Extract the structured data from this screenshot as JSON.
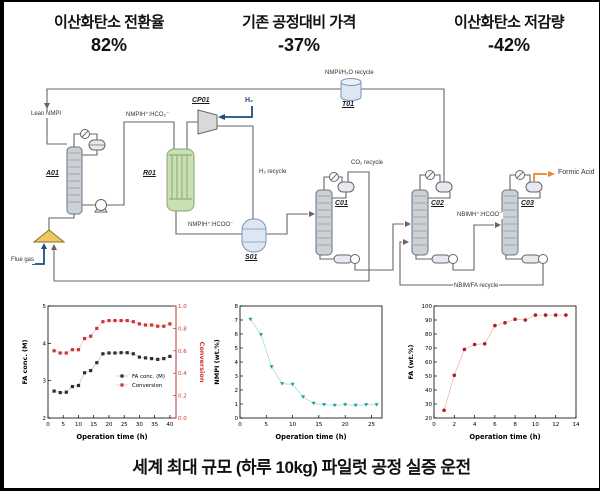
{
  "header": {
    "metrics": [
      {
        "label": "이산화탄소 전환율",
        "value": "82%"
      },
      {
        "label": "기존 공정대비 가격",
        "value": "-37%"
      },
      {
        "label": "이산화탄소 저감량",
        "value": "-42%"
      }
    ]
  },
  "diagram": {
    "units": [
      {
        "id": "A01"
      },
      {
        "id": "R01"
      },
      {
        "id": "S01"
      },
      {
        "id": "CP01"
      },
      {
        "id": "T01"
      },
      {
        "id": "C01"
      },
      {
        "id": "C02"
      },
      {
        "id": "C03"
      }
    ],
    "streams": {
      "lean_nmpi": "Lean NMPI",
      "flue_gas": "Flue gas",
      "nmpih_hco3": "NMPIH⁺:HCO₃⁻",
      "h2": "H₂",
      "h2_recycle": "H₂ recycle",
      "nmpi_h2o_recycle": "NMPI/H₂O recycle",
      "nmpih_hcoo": "NMPIH⁺:HCOO⁻",
      "co2_recycle": "CO₂ recycle",
      "nbimh_hcoo": "NBIMH⁺:HCOO⁻",
      "nbim_fa_recycle": "NBIM/FA recycle",
      "formic_acid": "Formic Acid"
    },
    "colors": {
      "line": "#666666",
      "column_fill": "#ccd1d6",
      "reactor_fill": "#c8e0b4",
      "vessel_fill": "#dde6f3",
      "mixer_fill": "#ecc95f",
      "gas_arrow": "#1f4e79",
      "product_arrow": "#e8872e"
    }
  },
  "chart_data": [
    {
      "type": "scatter-line",
      "xlabel": "Operation time (h)",
      "ylabel": "FA conc. (M)",
      "xlim": [
        0,
        42
      ],
      "xticks": [
        0,
        5,
        10,
        15,
        20,
        25,
        30,
        35,
        40
      ],
      "ylim": [
        2,
        5
      ],
      "yticks": [
        2,
        3,
        4,
        5
      ],
      "y2": {
        "label": "Conversion",
        "lim": [
          0,
          1
        ],
        "ticks": [
          "0.0",
          "0.2",
          "0.4",
          "0.6",
          "0.8",
          "1.0"
        ],
        "color": "#cf3333"
      },
      "legend": true,
      "x": [
        2,
        4,
        6,
        8,
        10,
        12,
        14,
        16,
        18,
        20,
        22,
        24,
        26,
        28,
        30,
        32,
        34,
        36,
        38,
        40
      ],
      "series": [
        {
          "name": "FA conc. (M)",
          "axis": "left",
          "marker": "square",
          "color": "#2f2f2f",
          "line_color": "#c4c4c4",
          "values": [
            2.72,
            2.68,
            2.69,
            2.84,
            2.87,
            3.21,
            3.27,
            3.48,
            3.72,
            3.74,
            3.74,
            3.75,
            3.75,
            3.72,
            3.63,
            3.61,
            3.59,
            3.57,
            3.59,
            3.65
          ]
        },
        {
          "name": "Conversion",
          "axis": "right",
          "marker": "square",
          "color": "#cf3333",
          "line_color": "#efc0c0",
          "values": [
            0.6,
            0.58,
            0.58,
            0.61,
            0.61,
            0.71,
            0.73,
            0.8,
            0.86,
            0.87,
            0.87,
            0.87,
            0.87,
            0.86,
            0.84,
            0.83,
            0.83,
            0.82,
            0.82,
            0.84
          ]
        }
      ]
    },
    {
      "type": "scatter-line",
      "xlabel": "Operation time (h)",
      "ylabel": "NMPI (wt.%)",
      "xlim": [
        0,
        27
      ],
      "xticks": [
        0,
        5,
        10,
        15,
        20,
        25
      ],
      "ylim": [
        0,
        8
      ],
      "yticks": [
        0,
        1,
        2,
        3,
        4,
        5,
        6,
        7,
        8
      ],
      "legend": false,
      "x": [
        2,
        4,
        6,
        8,
        10,
        12,
        14,
        16,
        18,
        20,
        22,
        24,
        26
      ],
      "series": [
        {
          "name": "NMPI (wt.%)",
          "axis": "left",
          "marker": "triangle-down",
          "color": "#17a2a0",
          "line_color": "#a8dcda",
          "values": [
            7.05,
            5.95,
            3.65,
            2.45,
            2.4,
            1.5,
            1.05,
            0.95,
            0.9,
            0.95,
            0.9,
            0.95,
            0.95
          ]
        }
      ]
    },
    {
      "type": "scatter-line",
      "xlabel": "Operation time (h)",
      "ylabel": "FA (wt.%)",
      "xlim": [
        0,
        14
      ],
      "xticks": [
        0,
        2,
        4,
        6,
        8,
        10,
        12,
        14
      ],
      "ylim": [
        20,
        100
      ],
      "yticks": [
        20,
        30,
        40,
        50,
        60,
        70,
        80,
        90,
        100
      ],
      "legend": false,
      "x": [
        1,
        2,
        3,
        4,
        5,
        6,
        7,
        8,
        9,
        10,
        11,
        12,
        13
      ],
      "series": [
        {
          "name": "FA (wt.%)",
          "axis": "left",
          "marker": "circle",
          "color": "#b02020",
          "line_color": "#eab8b8",
          "values": [
            25.5,
            50.5,
            69,
            72.5,
            73,
            86,
            88,
            90.5,
            90,
            93.5,
            93.5,
            93.5,
            93.5
          ]
        }
      ]
    }
  ],
  "caption": "세계 최대 규모 (하루 10kg) 파일럿 공정 실증 운전"
}
